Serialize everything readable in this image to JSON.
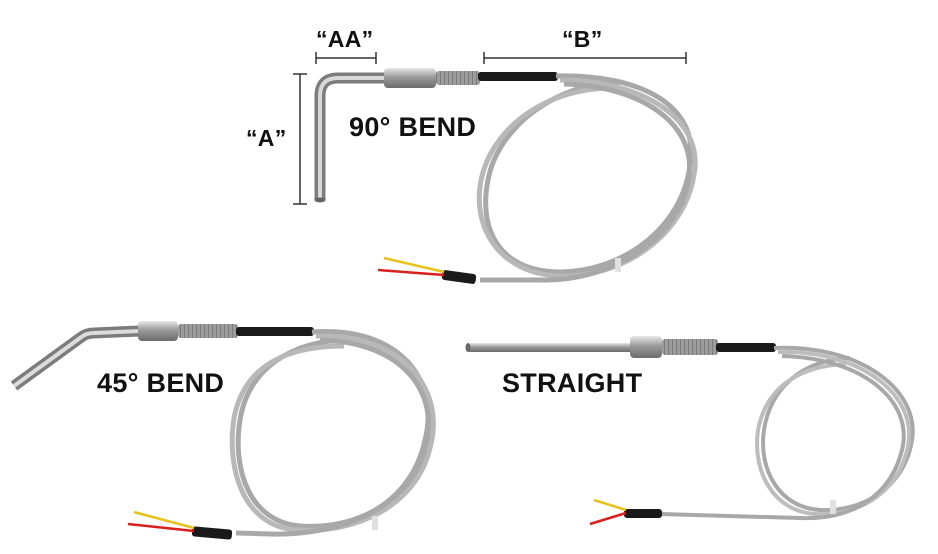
{
  "labels": {
    "bend90": "90° BEND",
    "bend45": "45° BEND",
    "straight": "STRAIGHT",
    "dimA": "“A”",
    "dimAA": "“AA”",
    "dimB": "“B”"
  },
  "colors": {
    "background": "#ffffff",
    "text": "#111111",
    "steel": "#b9b9b9",
    "braid": "#a8a8a8",
    "sleeve": "#1a1a1a",
    "wire_red": "#d8201c",
    "wire_yellow": "#e6c21a",
    "dimension_line": "#333333"
  },
  "products": [
    {
      "name": "90-bend-probe"
    },
    {
      "name": "45-bend-probe"
    },
    {
      "name": "straight-probe"
    }
  ]
}
